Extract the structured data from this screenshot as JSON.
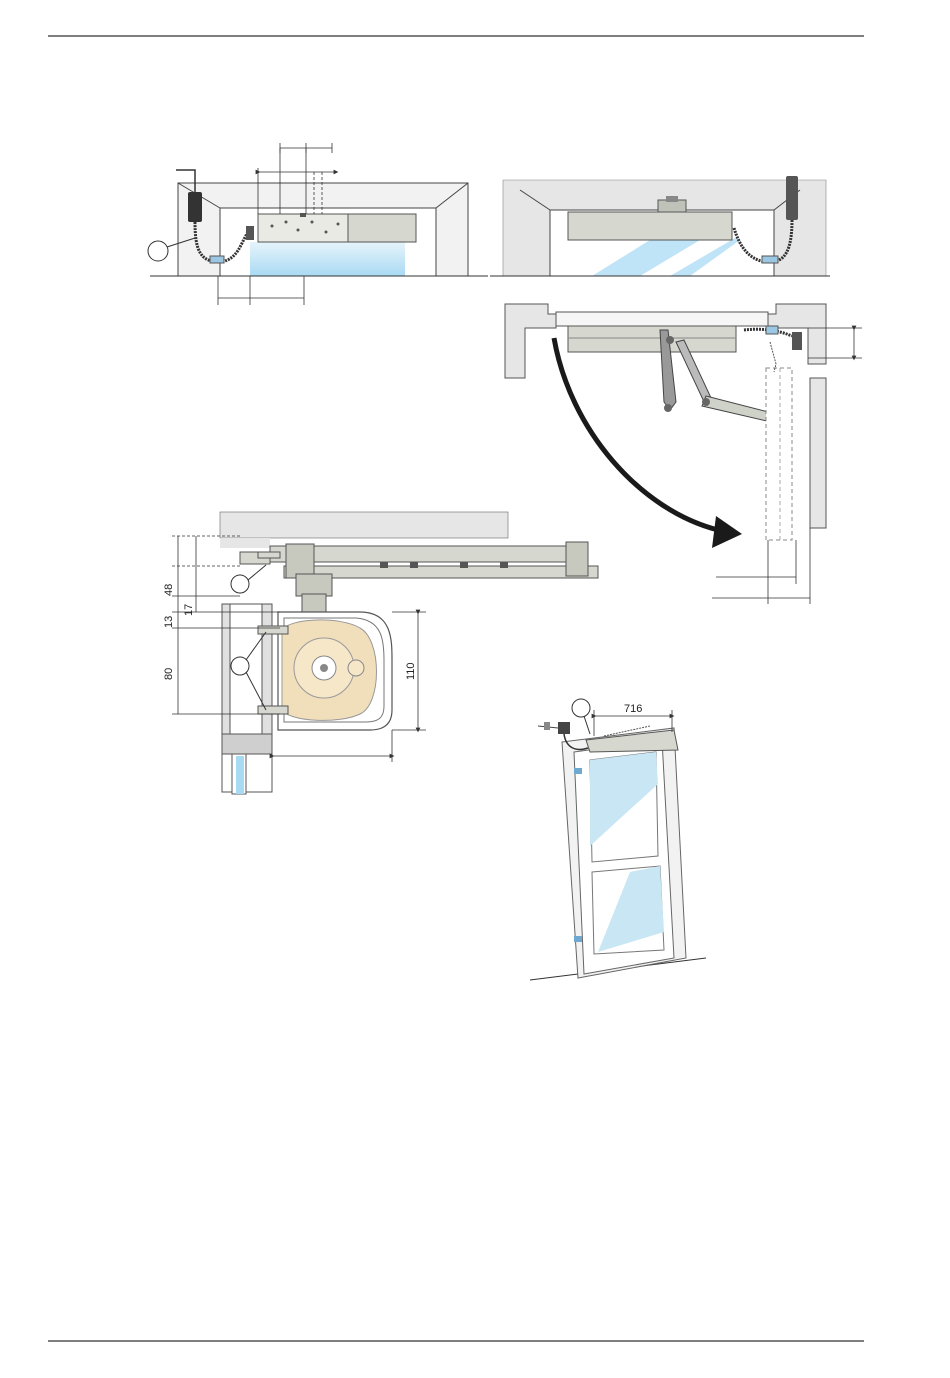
{
  "colors": {
    "rule": "#333333",
    "wall": "#e6e6e6",
    "wall_dark": "#d4d4d4",
    "operator_body": "#d6d8cf",
    "operator_edge": "#6a6a6a",
    "glass": "#c9e6f5",
    "glass_bright": "#a9daf3",
    "motor_tint": "#f1dfbc",
    "arrow": "#1a1a1a",
    "line": "#333333"
  },
  "dimensions": {
    "d48": "48",
    "d17": "17",
    "d13": "13",
    "d80": "80",
    "d110": "110",
    "d716": "716"
  },
  "icons": {
    "swing_arrow": "curved-arrow-icon",
    "callout": "callout-circle-icon"
  }
}
